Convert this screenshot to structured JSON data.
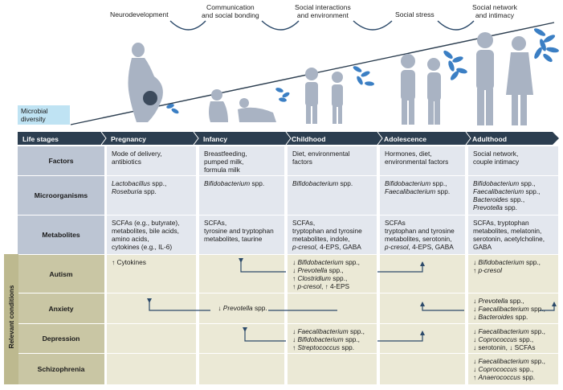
{
  "top_labels": {
    "neurodevelopment": "Neurodevelopment",
    "communication_line1": "Communication",
    "communication_line2": "and social bonding",
    "social_interactions_line1": "Social interactions",
    "social_interactions_line2": "and environment",
    "social_stress": "Social stress",
    "social_network_line1": "Social network",
    "social_network_line2": "and intimacy"
  },
  "microbial_diversity_line1": "Microbial",
  "microbial_diversity_line2": "diversity",
  "stage_header": "Life stages",
  "stages": [
    "Pregnancy",
    "Infancy",
    "Childhood",
    "Adolescence",
    "Adulthood"
  ],
  "rows": {
    "factors": {
      "label": "Factors",
      "cells": [
        [
          "Mode of delivery,",
          "antibiotics"
        ],
        [
          "Breastfeeding,",
          "pumped milk,",
          "formula milk"
        ],
        [
          "Diet, environmental",
          "factors"
        ],
        [
          "Hormones, diet,",
          "environmental factors"
        ],
        [
          "Social network,",
          "couple intimacy"
        ]
      ]
    },
    "microorganisms": {
      "label": "Microorganisms",
      "cells": [
        [
          "Lactobacillus spp.,",
          "Roseburia spp."
        ],
        [
          "Bifidobacterium spp."
        ],
        [
          "Bifidobacterium spp."
        ],
        [
          "Bifidobacterium spp.,",
          "Faecalibacterium spp."
        ],
        [
          "Bifidobacterium spp.,",
          "Faecalibacterium spp.,",
          "Bacteroides spp.,",
          "Prevotella spp."
        ]
      ]
    },
    "metabolites": {
      "label": "Metabolites",
      "cells": [
        [
          "SCFAs (e.g., butyrate),",
          "metabolites, bile acids,",
          "amino acids,",
          "cytokines (e.g., IL-6)"
        ],
        [
          "SCFAs,",
          "tyrosine and tryptophan",
          "metabolites, taurine"
        ],
        [
          "SCFAs,",
          "tryptophan and tyrosine",
          "metabolites, indole,",
          "p-cresol, 4-EPS, GABA"
        ],
        [
          "SCFAs",
          "tryptophan and tyrosine",
          "metabolites, serotonin,",
          "p-cresol, 4-EPS, GABA"
        ],
        [
          "SCFAs, tryptophan",
          "metabolites, melatonin,",
          "serotonin, acetylcholine,",
          "GABA"
        ]
      ]
    }
  },
  "side_label": "Relevant conditions",
  "conditions": {
    "autism": {
      "label": "Autism",
      "pregnancy": "↑ Cytokines",
      "childhood": [
        "↓ Bifidobacterium spp.,",
        "↓ Prevotella spp.,",
        "↑ Clostridium spp.,",
        "↑ p-cresol, ↑ 4-EPS"
      ],
      "adulthood": [
        "↓ Bifidobacterium spp.,",
        "↑ p-cresol"
      ]
    },
    "anxiety": {
      "label": "Anxiety",
      "middle": "↓ Prevotella spp.",
      "adulthood": [
        "↓ Prevotella spp.,",
        "↓ Faecalibacterium spp.,",
        "↓ Bacteroides spp."
      ]
    },
    "depression": {
      "label": "Depression",
      "childhood": [
        "↓ Faecalibacterium spp.,",
        "↓ Bifidobacterium spp.,",
        "↑ Streptococcus spp."
      ],
      "adulthood": [
        "↓ Faecalibacterium spp.,",
        "↓ Coprococcus spp.,",
        "↓ serotonin, ↓ SCFAs"
      ]
    },
    "schizophrenia": {
      "label": "Schizophrenia",
      "adulthood": [
        "↓ Faecalibacterium spp.,",
        "↓ Coprococcus spp.,",
        "↑ Anaerococcus spp."
      ]
    }
  },
  "colors": {
    "header": "#2c3e50",
    "bio_row": "#e3e7ee",
    "bio_label": "#bcc5d3",
    "condition_row": "#ebe9d6",
    "condition_label": "#c9c6a4",
    "silhouette": "#a9b3c3",
    "bacteria": "#3b7fc4",
    "arrow": "#2c4a6a"
  }
}
